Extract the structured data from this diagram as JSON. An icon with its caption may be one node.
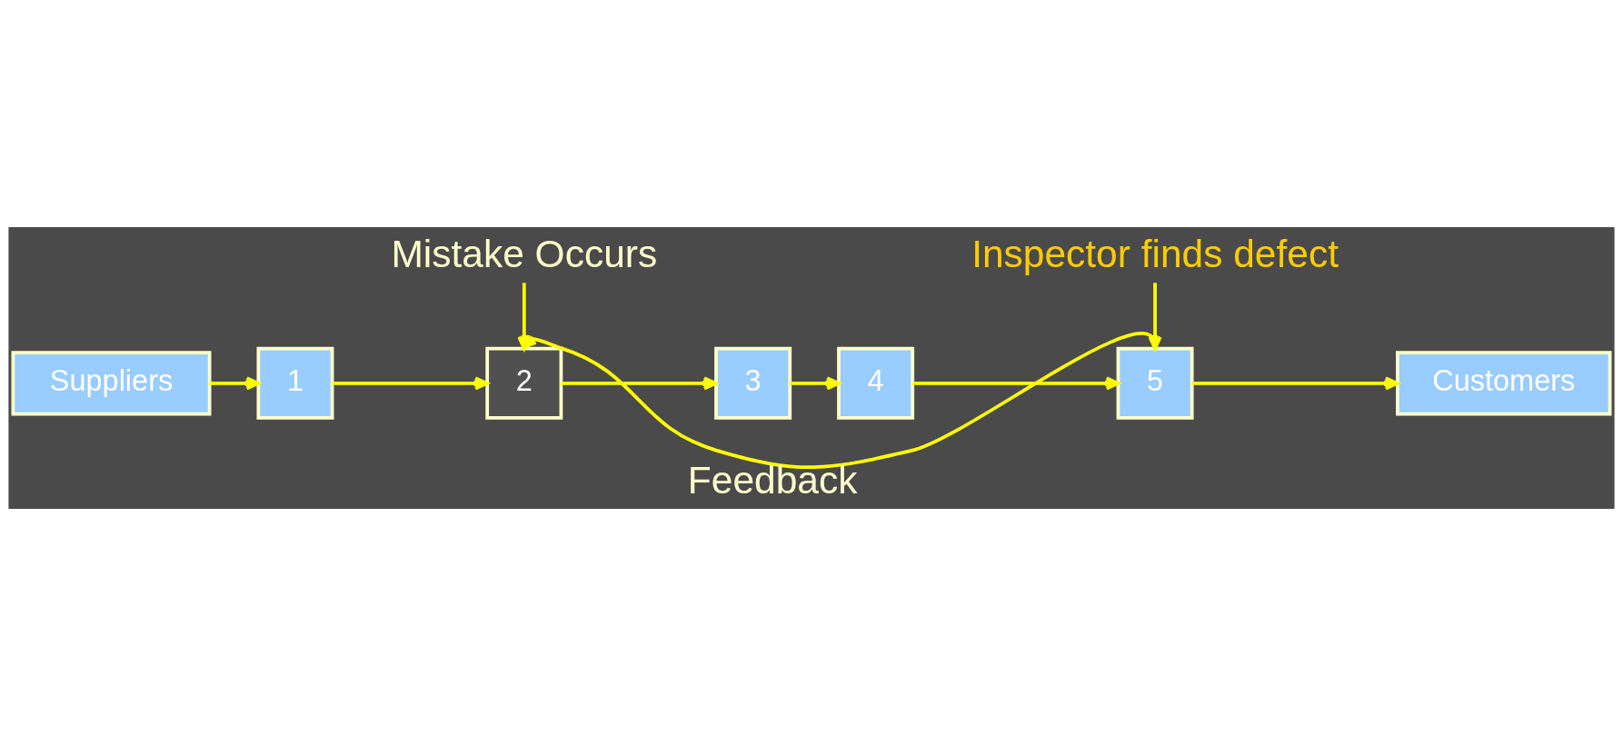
{
  "diagram": {
    "nodes": [
      {
        "text": [
          "Suppliers"
        ]
      },
      {
        "text": [
          "1"
        ]
      },
      {
        "text": [
          "2"
        ]
      },
      {
        "text": [
          "3"
        ]
      },
      {
        "text": [
          "4"
        ]
      },
      {
        "text": [
          "5"
        ]
      },
      {
        "text": [
          "Customers"
        ]
      },
      {
        "text": [
          "Mistake Occurs"
        ]
      },
      {
        "text": [
          "Inspector finds defect"
        ]
      }
    ],
    "edges": [
      {
        "from": 0,
        "to": 1,
        "arrow": "to"
      },
      {
        "from": 1,
        "to": 2,
        "arrow": "to"
      },
      {
        "from": 2,
        "to": 3,
        "arrow": "to"
      },
      {
        "from": 3,
        "to": 4,
        "arrow": "to"
      },
      {
        "from": 4,
        "to": 5,
        "arrow": "to"
      },
      {
        "from": 5,
        "to": 6,
        "arrow": "to"
      },
      {
        "from": 5,
        "to": 2,
        "arrow": "to",
        "label": "Feedback"
      },
      {
        "from": 7,
        "to": 2,
        "arrow": "to"
      },
      {
        "from": 8,
        "to": 5,
        "arrow": "to"
      }
    ]
  }
}
